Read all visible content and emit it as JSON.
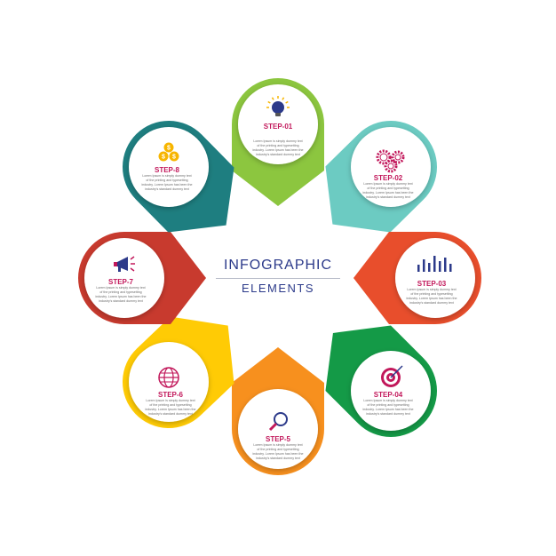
{
  "center": {
    "title": "INFOGRAPHIC",
    "subtitle": "ELEMENTS"
  },
  "body_text": "Lorem Ipsum is simply dummy text of the printing and typesetting industry. Lorem Ipsum has been the industry's standard dummy text",
  "steps": [
    {
      "label": "STEP-01",
      "color": "#8cc63f",
      "icon": "lightbulb-icon"
    },
    {
      "label": "STEP-02",
      "color": "#6ccbc2",
      "icon": "gears-icon"
    },
    {
      "label": "STEP-03",
      "color": "#e84e2c",
      "icon": "bar-chart-icon"
    },
    {
      "label": "STEP-04",
      "color": "#149a47",
      "icon": "target-icon"
    },
    {
      "label": "STEP-5",
      "color": "#f7901e",
      "icon": "magnifier-icon"
    },
    {
      "label": "STEP-6",
      "color": "#ffcb05",
      "icon": "globe-icon"
    },
    {
      "label": "STEP-7",
      "color": "#c83a2e",
      "icon": "megaphone-icon"
    },
    {
      "label": "STEP-8",
      "color": "#1e7e80",
      "icon": "coins-icon"
    }
  ],
  "colors": {
    "label": "#c2185b",
    "text": "#6b6b6b",
    "accent": "#2c3a8a"
  }
}
